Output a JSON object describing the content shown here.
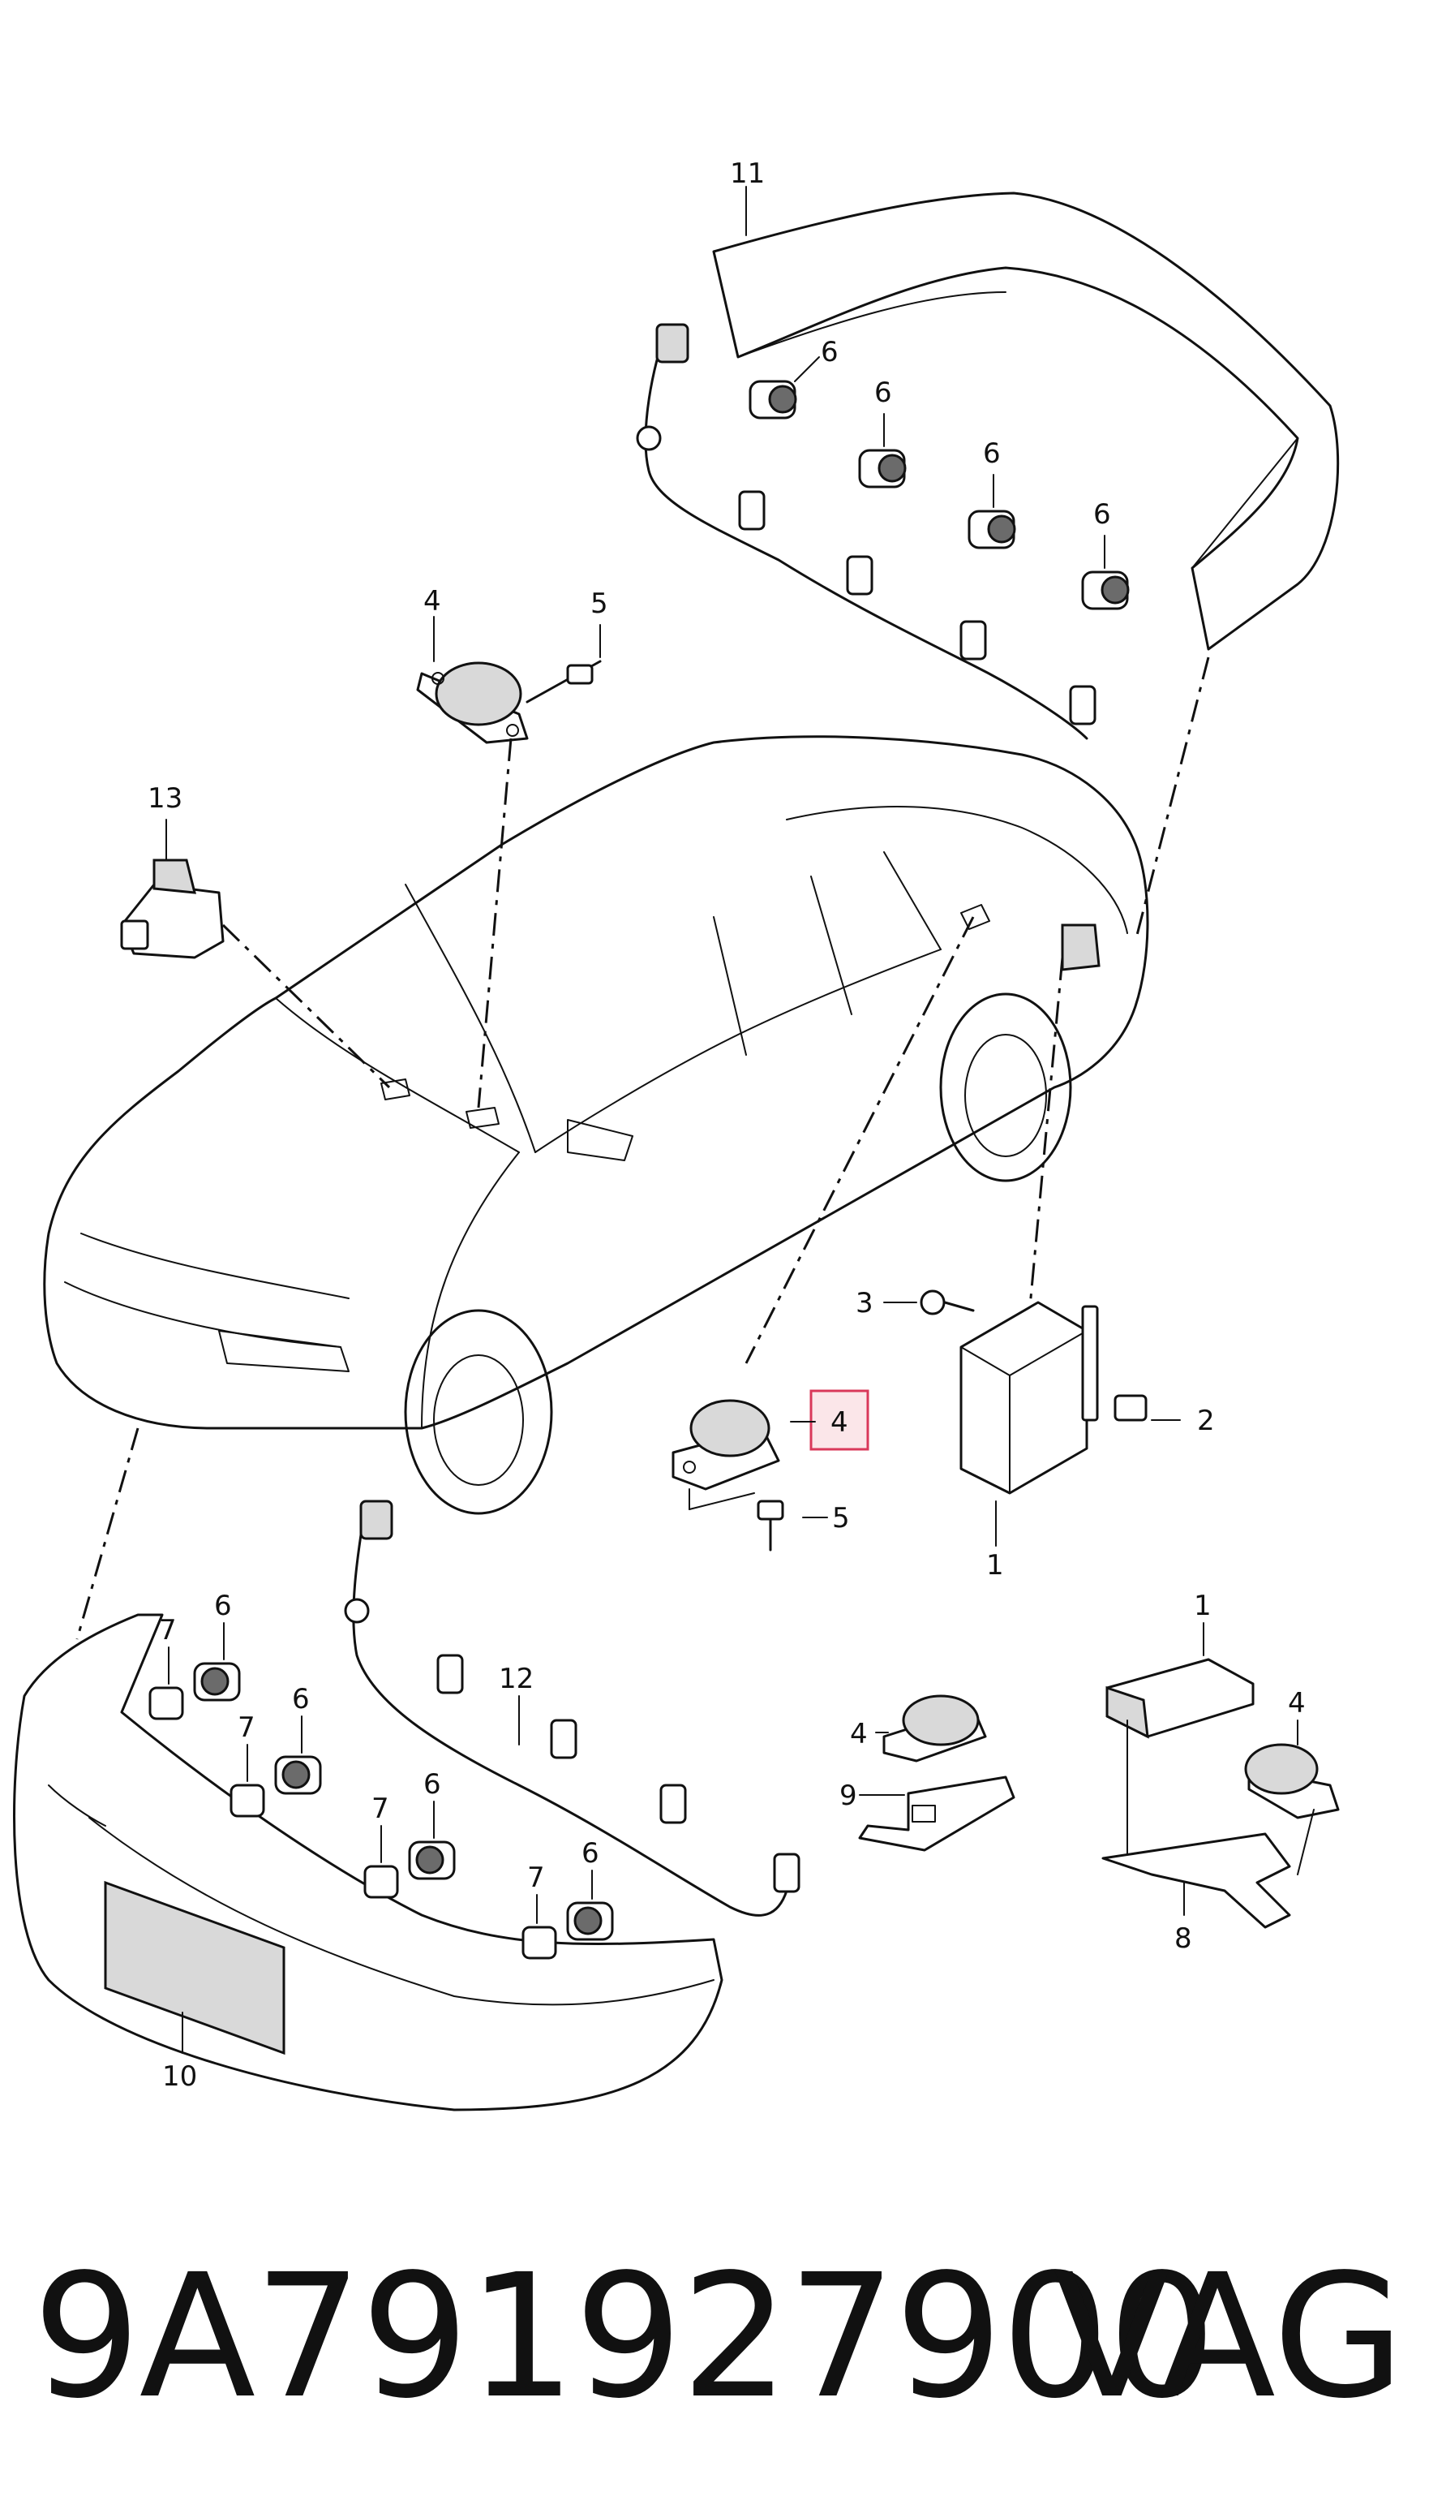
{
  "callouts": {
    "c11": "11",
    "c6_rear_a": "6",
    "c6_rear_b": "6",
    "c6_rear_c": "6",
    "c6_rear_d": "6",
    "c4_top": "4",
    "c5_top": "5",
    "c13": "13",
    "c3": "3",
    "c2": "2",
    "c1_unit": "1",
    "c4_mid": "4",
    "c5_mid": "5",
    "c6_front_a": "6",
    "c7_front_a": "7",
    "c6_front_b": "6",
    "c7_front_b": "7",
    "c6_front_c": "6",
    "c7_front_c": "7",
    "c6_front_d": "6",
    "c7_front_d": "7",
    "c12": "12",
    "c10": "10",
    "c4_bracket9": "4",
    "c9": "9",
    "c1_right": "1",
    "c4_right": "4",
    "c8": "8"
  },
  "footer": {
    "part_number": "9A791927900",
    "brand": "VAG"
  },
  "colors": {
    "line": "#111111",
    "highlight_fill": "#fbe6e9",
    "highlight_border": "#d9385a"
  }
}
